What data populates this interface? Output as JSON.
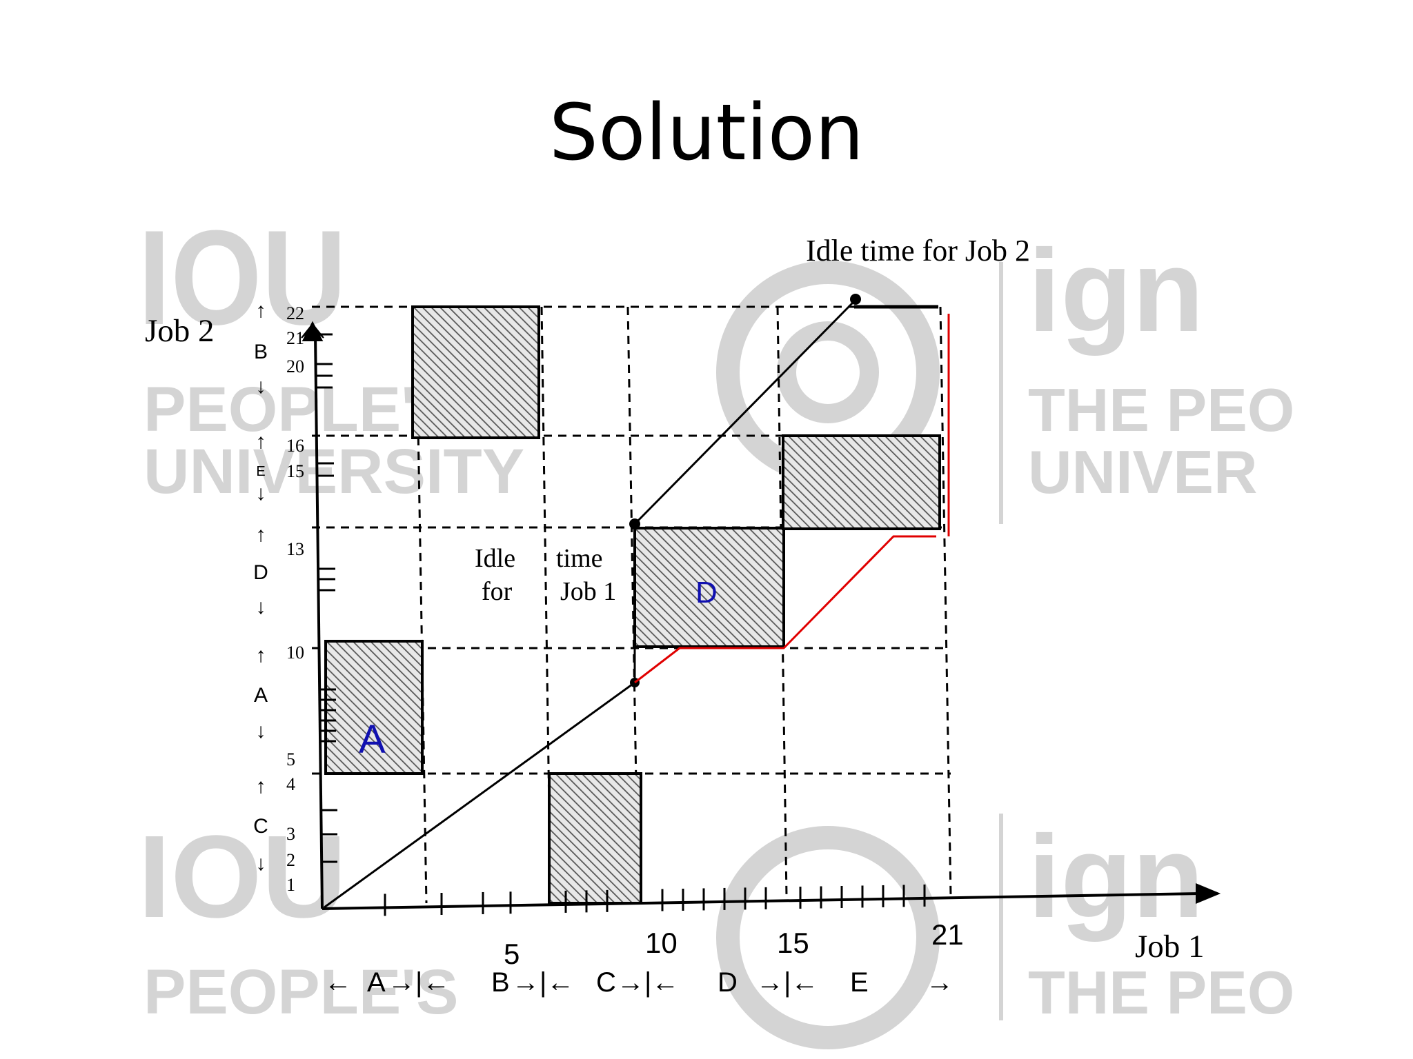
{
  "slide": {
    "title": "Solution"
  },
  "figure": {
    "y_axis_title": "Job 2",
    "x_axis_title": "Job 1",
    "idle_job2_label": "Idle time for Job 2",
    "idle_job1_label": [
      "Idle",
      "time",
      "for",
      "Job 1"
    ],
    "y_ticks": [
      "22",
      "21",
      "20",
      "16",
      "15",
      "13",
      "10",
      "5",
      "4",
      "3",
      "2",
      "1"
    ],
    "x_ticks": [
      "5",
      "10",
      "15",
      "21"
    ],
    "y_ops": [
      "B",
      "E",
      "D",
      "A",
      "C"
    ],
    "x_ops": [
      "A",
      "B",
      "C",
      "D",
      "E"
    ],
    "box_labels": {
      "a": "A",
      "d": "D"
    },
    "watermark": {
      "texts": [
        "IOU",
        "PEOPLE'S",
        "UNIVERSITY",
        "ign",
        "THE PEO",
        "UNIVER"
      ],
      "color": "#d4d4d4"
    },
    "colors": {
      "annotation": "#1010b0",
      "red_path": "#e00000",
      "hatch": "#555555"
    }
  }
}
